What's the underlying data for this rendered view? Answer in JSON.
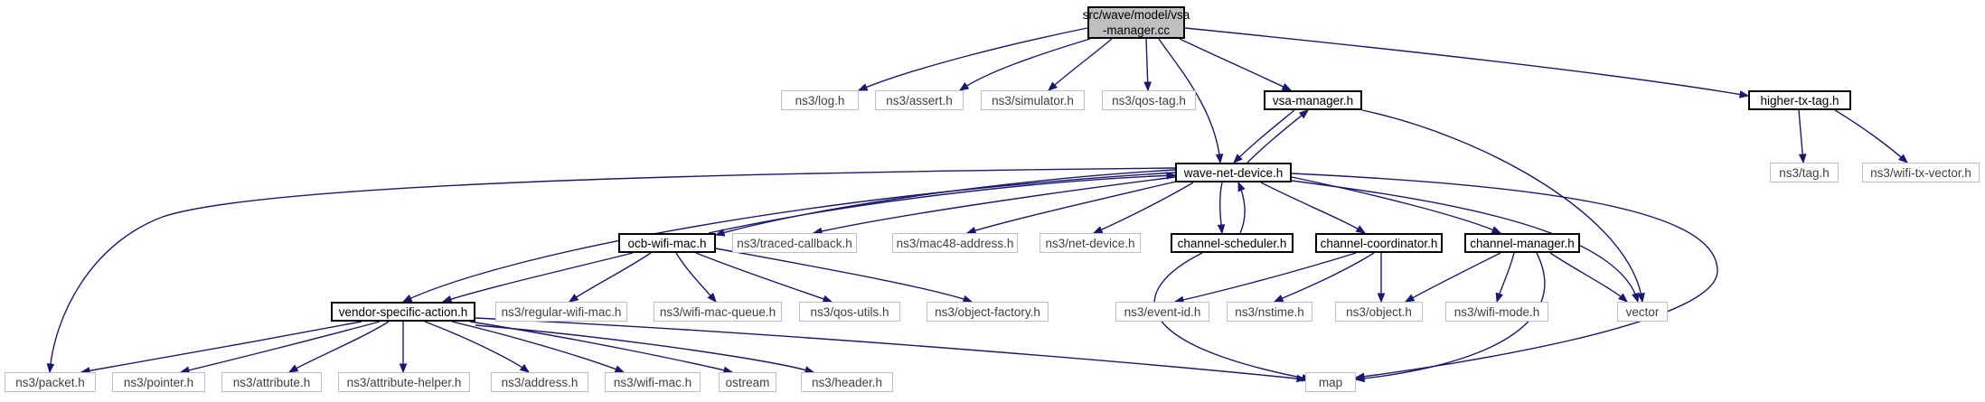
{
  "nodes": {
    "root": "src/wave/model/vsa\n-manager.cc",
    "log": "ns3/log.h",
    "assert": "ns3/assert.h",
    "simulator": "ns3/simulator.h",
    "qostag": "ns3/qos-tag.h",
    "vsamgr": "vsa-manager.h",
    "hightx": "higher-tx-tag.h",
    "tag": "ns3/tag.h",
    "wifitxvec": "ns3/wifi-tx-vector.h",
    "wavenet": "wave-net-device.h",
    "ocb": "ocb-wifi-mac.h",
    "traced": "ns3/traced-callback.h",
    "mac48": "ns3/mac48-address.h",
    "netdev": "ns3/net-device.h",
    "chsched": "channel-scheduler.h",
    "chcoord": "channel-coordinator.h",
    "chmgr": "channel-manager.h",
    "vendor": "vendor-specific-action.h",
    "regular": "ns3/regular-wifi-mac.h",
    "queue": "ns3/wifi-mac-queue.h",
    "qosutils": "ns3/qos-utils.h",
    "objfactory": "ns3/object-factory.h",
    "eventid": "ns3/event-id.h",
    "nstime": "ns3/nstime.h",
    "object": "ns3/object.h",
    "wifimode": "ns3/wifi-mode.h",
    "vector": "vector",
    "packet": "ns3/packet.h",
    "pointer": "ns3/pointer.h",
    "attribute": "ns3/attribute.h",
    "attrhelper": "ns3/attribute-helper.h",
    "address": "ns3/address.h",
    "wifimac": "ns3/wifi-mac.h",
    "ostream": "ostream",
    "header": "ns3/header.h",
    "map": "map"
  },
  "colors": {
    "edge": "#191970",
    "root_fill": "#bfbfbf",
    "external_border": "#bfbfbf",
    "internal_border": "#000000"
  }
}
